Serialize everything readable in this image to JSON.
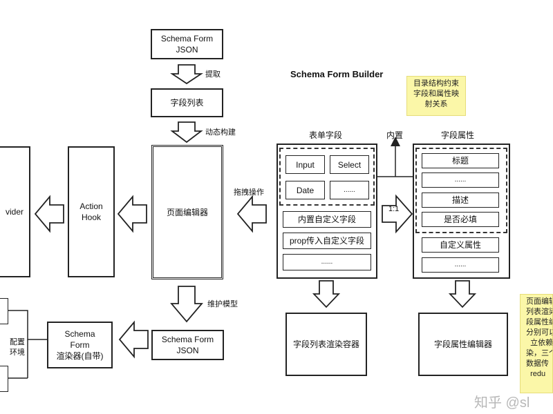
{
  "diagram": {
    "title": "Schema Form Builder",
    "nodes": {
      "schema_json_top": "Schema Form\nJSON",
      "field_list": "字段列表",
      "page_editor": "页面编辑器",
      "action_hook": "Action\nHook",
      "provider_partial": "vider",
      "schema_json_bottom": "Schema Form\nJSON",
      "renderer_builtin": "Schema\nForm\n渲染器(自带)",
      "field_list_container": "字段列表渲染容器",
      "field_props_editor": "字段属性编辑器"
    },
    "edge_labels": {
      "extract": "提取",
      "dynamic_build": "动态构建",
      "drag_operation": "拖拽操作",
      "maintain_model": "维护模型",
      "builtin": "内置",
      "one_to_one": "1:1",
      "config_env_line1": "配置",
      "config_env_line2": "环境"
    },
    "form_fields": {
      "header": "表单字段",
      "controls": [
        "Input",
        "Select",
        "Date",
        "......"
      ],
      "items": [
        "内置自定义字段",
        "prop传入自定义字段",
        "......"
      ]
    },
    "field_properties": {
      "header": "字段属性",
      "items": [
        "标题",
        "......",
        "描述",
        "是否必填"
      ],
      "custom": [
        "自定义属性",
        "......"
      ]
    },
    "notes": {
      "top": "目录结构约束\n字段和属性映\n射关系",
      "right": "页面编辑\n列表渲染\n段属性编\n分别可以\n  立依赖\n染，三个\n数据传\n  redu"
    },
    "watermark": "知乎 @sl"
  }
}
